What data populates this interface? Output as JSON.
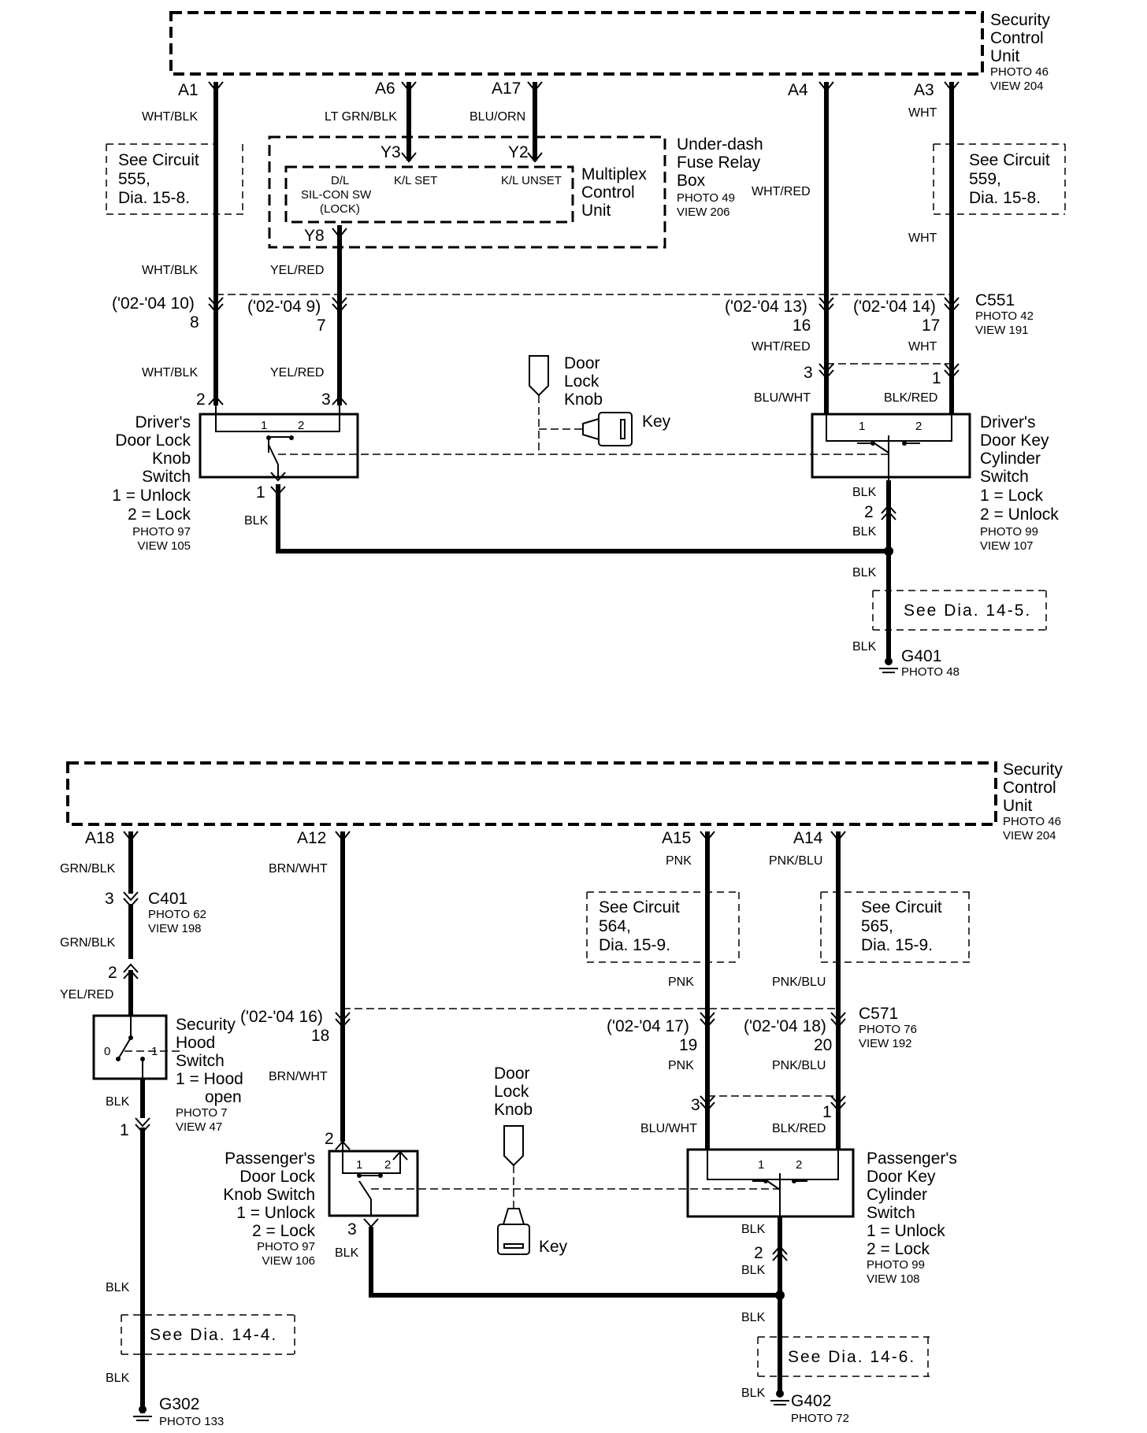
{
  "diagram_1": {
    "scu": {
      "name": [
        "Security",
        "Control",
        "Unit"
      ],
      "photo": "PHOTO 46",
      "view": "VIEW 204"
    },
    "terminals": {
      "a1": "A1",
      "a6": "A6",
      "a17": "A17",
      "a4": "A4",
      "a3": "A3"
    },
    "wires": {
      "a1_top": "WHT/BLK",
      "a6": "LT GRN/BLK",
      "a17": "BLU/ORN",
      "a3_top": "WHT",
      "a4_mid": "WHT/RED",
      "a3_mid": "WHT",
      "a1_mid": "WHT/BLK",
      "y8": "YEL/RED",
      "a1_low": "WHT/BLK",
      "y8_low": "YEL/RED",
      "a4_low": "WHT/RED",
      "a3_low": "WHT",
      "sw1_gnd": "BLK",
      "ky_l": "BLU/WHT",
      "ky_r": "BLK/RED",
      "ky_gnd1": "BLK",
      "ky_gnd2": "BLK",
      "gnd3": "BLK",
      "gnd4": "BLK"
    },
    "see_555": [
      "See Circuit",
      "555,",
      "Dia. 15-8."
    ],
    "see_559": [
      "See Circuit",
      "559,",
      "Dia. 15-8."
    ],
    "fuse_box": {
      "name": [
        "Under-dash",
        "Fuse Relay",
        "Box"
      ],
      "photo": "PHOTO 49",
      "view": "VIEW 206"
    },
    "mcu": {
      "name": [
        "Multiplex",
        "Control",
        "Unit"
      ],
      "y3": "Y3",
      "y2": "Y2",
      "y8": "Y8",
      "dl": [
        "D/L",
        "SIL-CON SW",
        "(LOCK)"
      ],
      "kl_set": "K/L SET",
      "kl_unset": "K/L UNSET"
    },
    "c551": {
      "name": "C551",
      "photo": "PHOTO 42",
      "view": "VIEW 191"
    },
    "pins": {
      "p8_note": "('02-'04 10)",
      "p8": "8",
      "p7_note": "('02-'04 9)",
      "p7": "7",
      "p16_note": "('02-'04 13)",
      "p16": "16",
      "p17_note": "('02-'04 14)",
      "p17": "17",
      "sw_2": "2",
      "sw_3": "3",
      "sw_1": "1",
      "ky_3": "3",
      "ky_1": "1",
      "ky_2": "2"
    },
    "knob": {
      "name": [
        "Door",
        "Lock",
        "Knob"
      ],
      "key": "Key"
    },
    "driver_knob": {
      "name": [
        "Driver's",
        "Door Lock",
        "Knob",
        "Switch",
        "1 = Unlock",
        "2 = Lock"
      ],
      "photo": "PHOTO 97",
      "view": "VIEW 105",
      "c1": "1",
      "c2": "2"
    },
    "driver_key": {
      "name": [
        "Driver's",
        "Door Key",
        "Cylinder",
        "Switch",
        "1 = Lock",
        "2 = Unlock"
      ],
      "photo": "PHOTO 99",
      "view": "VIEW 107",
      "c1": "1",
      "c2": "2"
    },
    "see_14_5": "See Dia. 14-5.",
    "ground": {
      "name": "G401",
      "photo": "PHOTO 48"
    }
  },
  "diagram_2": {
    "scu": {
      "name": [
        "Security",
        "Control",
        "Unit"
      ],
      "photo": "PHOTO 46",
      "view": "VIEW 204"
    },
    "terminals": {
      "a18": "A18",
      "a12": "A12",
      "a15": "A15",
      "a14": "A14"
    },
    "wires": {
      "a18_top": "GRN/BLK",
      "a18_mid": "GRN/BLK",
      "a18_hood": "YEL/RED",
      "a12_top": "BRN/WHT",
      "a15_top": "PNK",
      "a14_top": "PNK/BLU",
      "a15_mid": "PNK",
      "a14_mid": "PNK/BLU",
      "a12_low": "BRN/WHT",
      "a15_low": "PNK",
      "a14_low": "PNK/BLU",
      "ky_l": "BLU/WHT",
      "ky_r": "BLK/RED",
      "hood_gnd": "BLK",
      "hood_gnd2": "BLK",
      "hood_gnd3": "BLK",
      "sw_gnd": "BLK",
      "ky_gnd1": "BLK",
      "ky_gnd2": "BLK",
      "gnd3": "BLK",
      "gnd4": "BLK"
    },
    "c401": {
      "name": "C401",
      "photo": "PHOTO 62",
      "view": "VIEW 198"
    },
    "see_564": [
      "See Circuit",
      "564,",
      "Dia. 15-9."
    ],
    "see_565": [
      "See Circuit",
      "565,",
      "Dia. 15-9."
    ],
    "c571": {
      "name": "C571",
      "photo": "PHOTO 76",
      "view": "VIEW 192"
    },
    "pins": {
      "c401_3": "3",
      "c401_2": "2",
      "hood_1": "1",
      "p18_note": "('02-'04 16)",
      "p18": "18",
      "p19_note": "('02-'04 17)",
      "p19": "19",
      "p20_note": "('02-'04 18)",
      "p20": "20",
      "sw_2": "2",
      "sw_3": "3",
      "ky_3": "3",
      "ky_1": "1",
      "ky_2": "2"
    },
    "hood": {
      "name": [
        "Security",
        "Hood",
        "Switch",
        "1 = Hood",
        "open"
      ],
      "photo": "PHOTO 7",
      "view": "VIEW 47",
      "c0": "0",
      "c1": "1"
    },
    "knob": {
      "name": [
        "Door",
        "Lock",
        "Knob"
      ],
      "key": "Key"
    },
    "pass_knob": {
      "name": [
        "Passenger's",
        "Door Lock",
        "Knob Switch",
        "1 = Unlock",
        "2 = Lock"
      ],
      "photo": "PHOTO 97",
      "view": "VIEW 106",
      "c1": "1",
      "c2": "2"
    },
    "pass_key": {
      "name": [
        "Passenger's",
        "Door Key",
        "Cylinder",
        "Switch",
        "1 = Unlock",
        "2 = Lock"
      ],
      "photo": "PHOTO 99",
      "view": "VIEW 108",
      "c1": "1",
      "c2": "2"
    },
    "see_14_4": "See Dia. 14-4.",
    "see_14_6": "See Dia. 14-6.",
    "g302": {
      "name": "G302",
      "photo": "PHOTO 133"
    },
    "g402": {
      "name": "G402",
      "photo": "PHOTO 72"
    }
  }
}
